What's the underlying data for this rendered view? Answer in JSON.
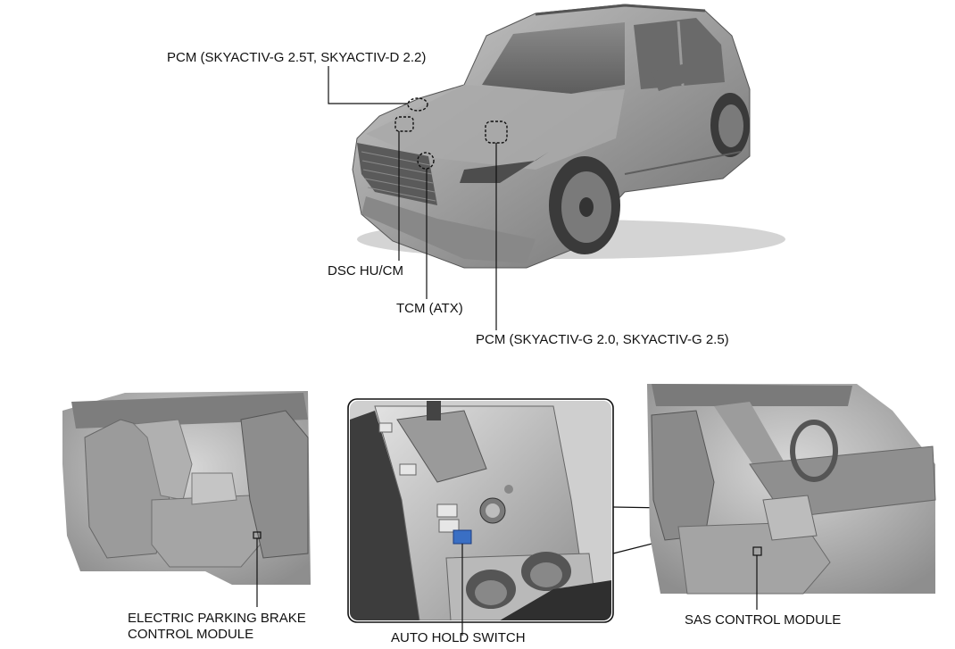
{
  "labels": {
    "pcm_turbo": "PCM (SKYACTIV-G 2.5T, SKYACTIV-D 2.2)",
    "dsc": "DSC HU/CM",
    "tcm": "TCM (ATX)",
    "pcm_na": "PCM (SKYACTIV-G 2.0, SKYACTIV-G 2.5)",
    "epb_line1": "ELECTRIC PARKING BRAKE",
    "epb_line2": "CONTROL MODULE",
    "auto_hold": "AUTO HOLD SWITCH",
    "sas": "SAS CONTROL MODULE"
  },
  "colors": {
    "body": "#9a9a9a",
    "highlight": "#3a6fc4",
    "line": "#111111"
  }
}
